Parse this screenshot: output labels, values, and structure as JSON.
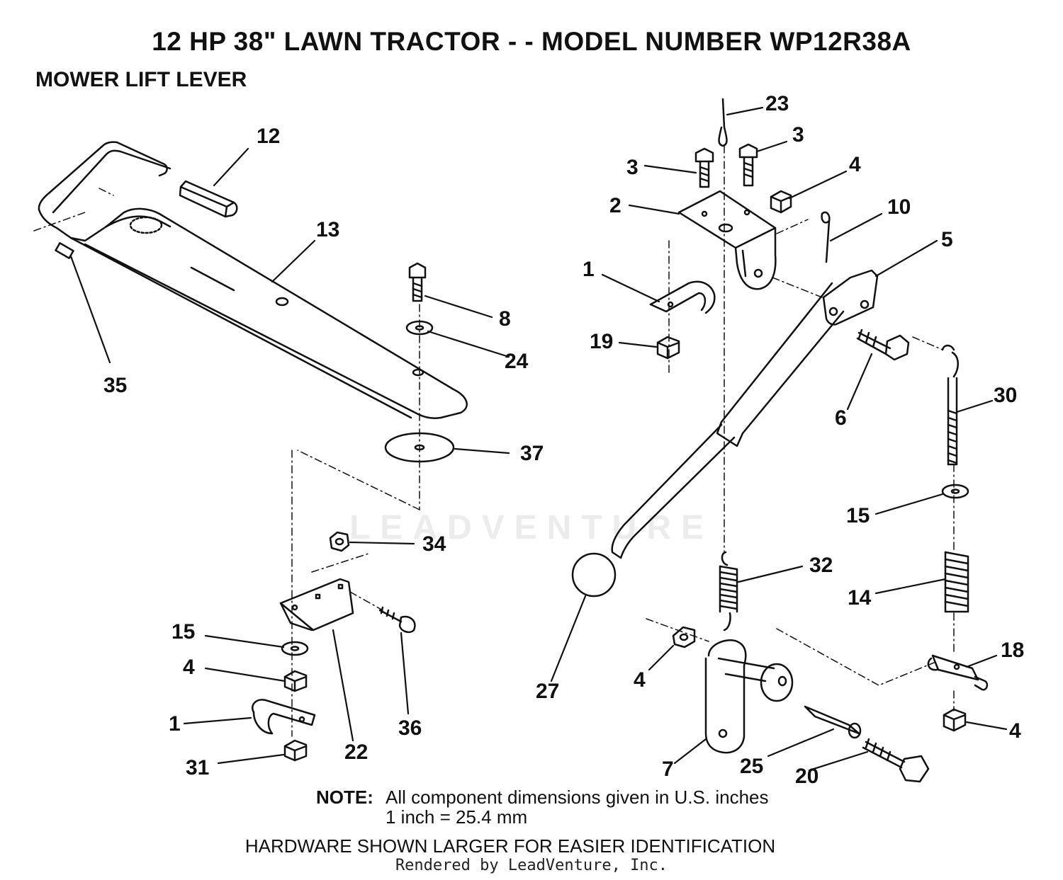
{
  "title": "12 HP 38\" LAWN TRACTOR - - MODEL NUMBER WP12R38A",
  "subtitle": "MOWER LIFT LEVER",
  "callouts": {
    "c12": "12",
    "c13": "13",
    "c35": "35",
    "c8": "8",
    "c24": "24",
    "c37": "37",
    "c34": "34",
    "c15a": "15",
    "c4a": "4",
    "c1a": "1",
    "c31": "31",
    "c22": "22",
    "c36": "36",
    "c23": "23",
    "c3a": "3",
    "c3b": "3",
    "c4b": "4",
    "c2": "2",
    "c10": "10",
    "c5": "5",
    "c1b": "1",
    "c19": "19",
    "c6": "6",
    "c30": "30",
    "c15b": "15",
    "c32": "32",
    "c14": "14",
    "c27": "27",
    "c4c": "4",
    "c18": "18",
    "c4d": "4",
    "c7": "7",
    "c25": "25",
    "c20": "20"
  },
  "note": {
    "label": "NOTE:",
    "line1": "All component dimensions given in U.S. inches",
    "line2": "1 inch = 25.4 mm"
  },
  "hardware_note": "HARDWARE SHOWN LARGER FOR EASIER IDENTIFICATION",
  "rendered_by": "Rendered by LeadVenture, Inc.",
  "watermark": "LEADVENTURE"
}
